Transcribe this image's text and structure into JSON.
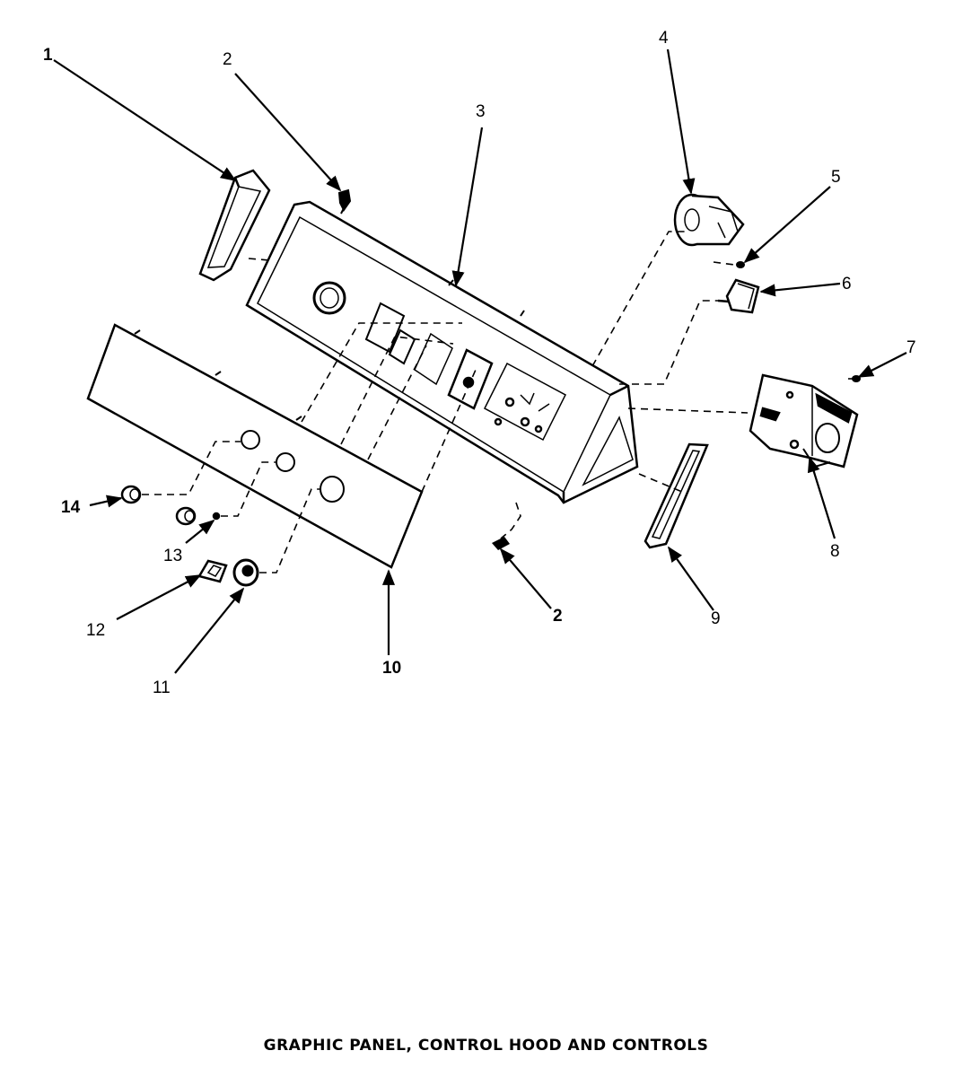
{
  "caption": "GRAPHIC PANEL, CONTROL HOOD AND CONTROLS",
  "callouts": {
    "c1": "1",
    "c2a": "2",
    "c3": "3",
    "c4": "4",
    "c5": "5",
    "c6": "6",
    "c7": "7",
    "c8": "8",
    "c9": "9",
    "c2b": "2",
    "c10": "10",
    "c11": "11",
    "c12": "12",
    "c13": "13",
    "c14": "14"
  }
}
